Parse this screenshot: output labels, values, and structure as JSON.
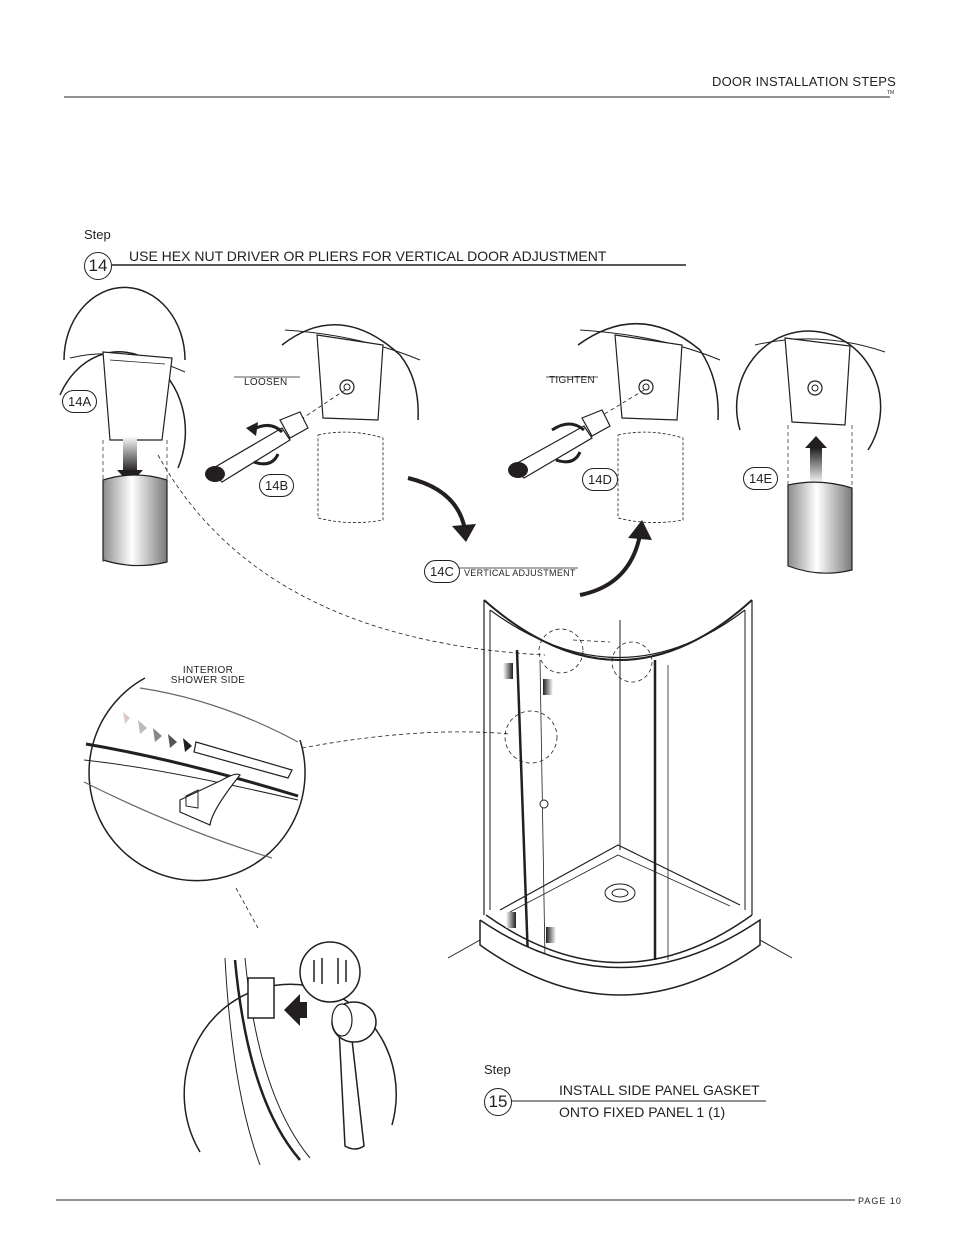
{
  "header": {
    "title": "DOOR INSTALLATION STEPS",
    "trademark": "TM"
  },
  "step14": {
    "step_word": "Step",
    "number": "14",
    "instruction": "USE HEX NUT DRIVER OR PLIERS FOR VERTICAL DOOR ADJUSTMENT",
    "labels": {
      "a": "14A",
      "b": "14B",
      "c": "14C",
      "d": "14D",
      "e": "14E",
      "loosen": "LOOSEN",
      "tighten": "TIGHTEN",
      "vertical": "VERTICAL  ADJUSTMENT"
    }
  },
  "detail": {
    "interior_line1": "INTERIOR",
    "interior_line2": "SHOWER SIDE"
  },
  "step15": {
    "step_word": "Step",
    "number": "15",
    "line1": "INSTALL SIDE PANEL GASKET",
    "line2": "ONTO FIXED PANEL 1 (1)"
  },
  "footer": {
    "page": "PAGE 10"
  },
  "colors": {
    "ink": "#231f20",
    "panel_gray": "#d9d9d9"
  }
}
